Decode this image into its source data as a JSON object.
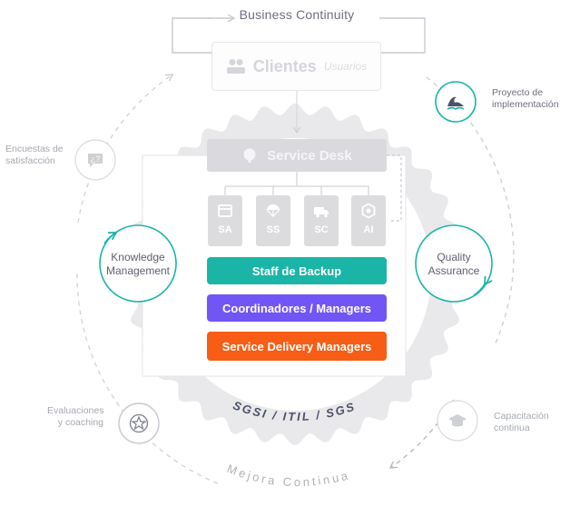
{
  "header": {
    "title": "Business Continuity"
  },
  "clientes": {
    "title": "Clientes",
    "subtitle": "Usuarios"
  },
  "service_desk": {
    "title": "Service Desk"
  },
  "modules": [
    {
      "label": "SA",
      "icon": "browser-icon"
    },
    {
      "label": "SS",
      "icon": "parachute-icon"
    },
    {
      "label": "SC",
      "icon": "ambulance-icon"
    },
    {
      "label": "AI",
      "icon": "hexagon-icon"
    }
  ],
  "layers": [
    {
      "label": "Staff de Backup",
      "color": "#1ab5a7"
    },
    {
      "label": "Coordinadores / Managers",
      "color": "#7155f5"
    },
    {
      "label": "Service Delivery Managers",
      "color": "#f75d14"
    }
  ],
  "circles": {
    "knowledge": {
      "line1": "Knowledge",
      "line2": "Management"
    },
    "quality": {
      "line1": "Quality",
      "line2": "Assurance"
    }
  },
  "side_labels": {
    "encuestas": {
      "line1": "Encuestas de",
      "line2": "satisfacción"
    },
    "proyecto": {
      "line1": "Proyecto de",
      "line2": "implementación"
    },
    "evaluaciones": {
      "line1": "Evaluaciones",
      "line2": "y coaching"
    },
    "capacitacion": {
      "line1": "Capacitación",
      "line2": "continua"
    }
  },
  "badge_text": "SGSI / ITIL / SGS",
  "footer_arc_text": "Mejora Continua",
  "colors": {
    "teal": "#1ab5a7",
    "gear": "#e9e9eb",
    "muted": "#d7d8dc"
  }
}
